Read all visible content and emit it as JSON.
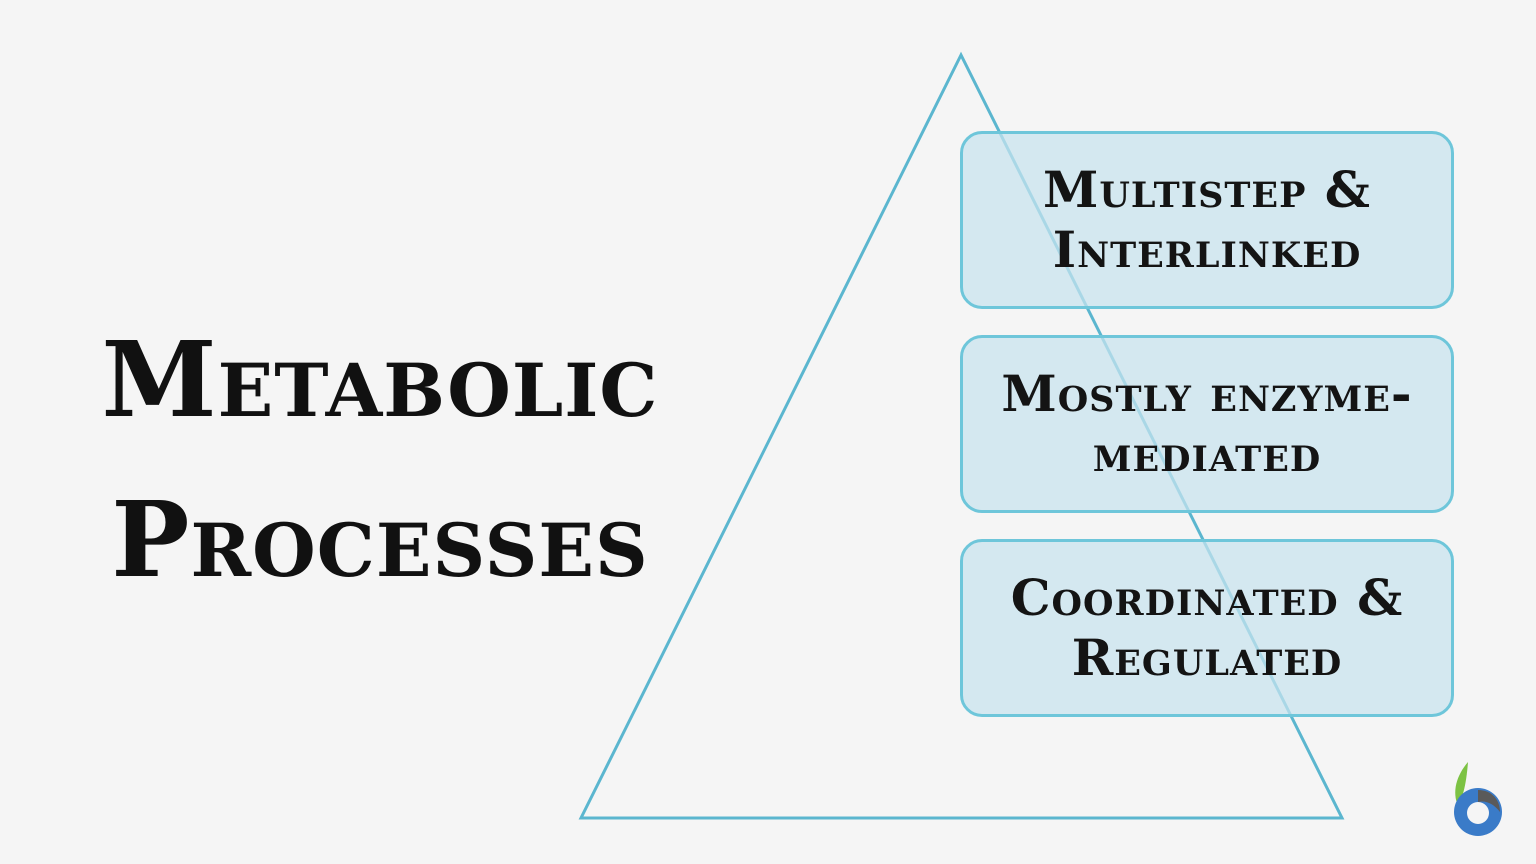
{
  "title": {
    "line1": "Metabolic",
    "line2": "Processes"
  },
  "features": [
    {
      "line1": "Multistep &",
      "line2": "Interlinked"
    },
    {
      "line1": "Mostly enzyme-",
      "line2": "mediated"
    },
    {
      "line1": "Coordinated &",
      "line2": "Regulated"
    }
  ],
  "colors": {
    "background": "#f5f5f5",
    "outline": "#5bb6cf",
    "box_fill": "#c8e3ee",
    "box_border": "#6ec6da",
    "text": "#111111",
    "logo_blue": "#3a7bc8",
    "logo_green": "#7cc243",
    "logo_gray": "#5a5a5a"
  },
  "icons": {
    "logo": "biology-dictionary-logo-icon"
  }
}
